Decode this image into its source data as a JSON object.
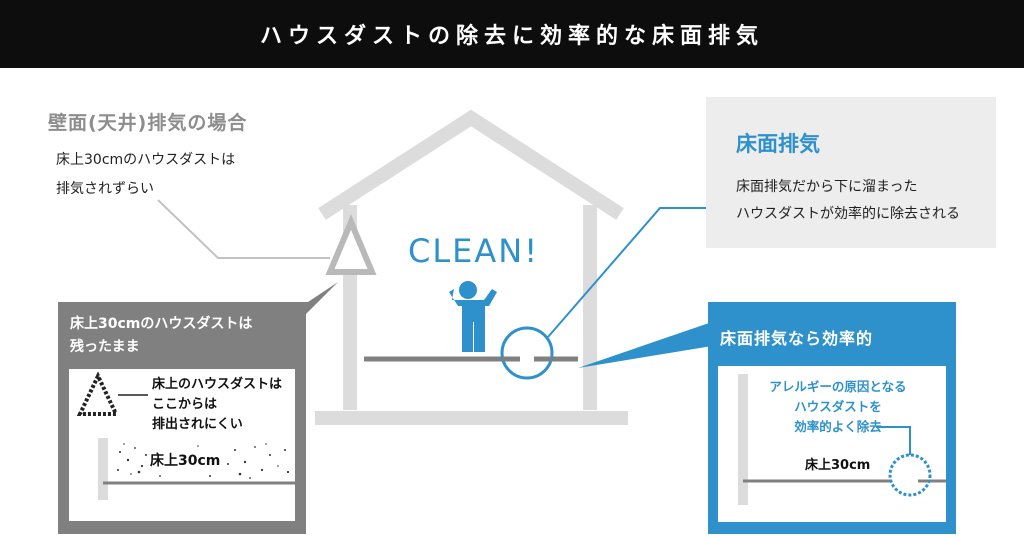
{
  "title": "ハウスダストの除去に効率的な床面排気",
  "wall_exhaust": {
    "title": "壁面(天井)排気の場合",
    "desc_lines": [
      "床上30cmのハウスダストは",
      "排気されずらい"
    ]
  },
  "floor_exhaust": {
    "title": "床面排気",
    "desc_lines": [
      "床面排気だから下に溜まった",
      "ハウスダストが効率的に除去される"
    ]
  },
  "clean_label": "CLEAN!",
  "left_panel": {
    "title_lines": [
      "床上30cmのハウスダストは",
      "残ったまま"
    ],
    "text_lines": [
      "床上のハウスダストは",
      "ここからは",
      "排出されにくい"
    ],
    "floor_label": "床上30cm"
  },
  "right_panel": {
    "title": "床面排気なら効率的",
    "text_lines": [
      "アレルギーの原因となる",
      "ハウスダストを",
      "効率的よく除去"
    ],
    "floor_label": "床上30cm"
  },
  "colors": {
    "accent_blue": "#2f91cc",
    "house_gray": "#dcdcdc",
    "panel_gray": "#808080",
    "title_bar": "#0d0d0d"
  }
}
